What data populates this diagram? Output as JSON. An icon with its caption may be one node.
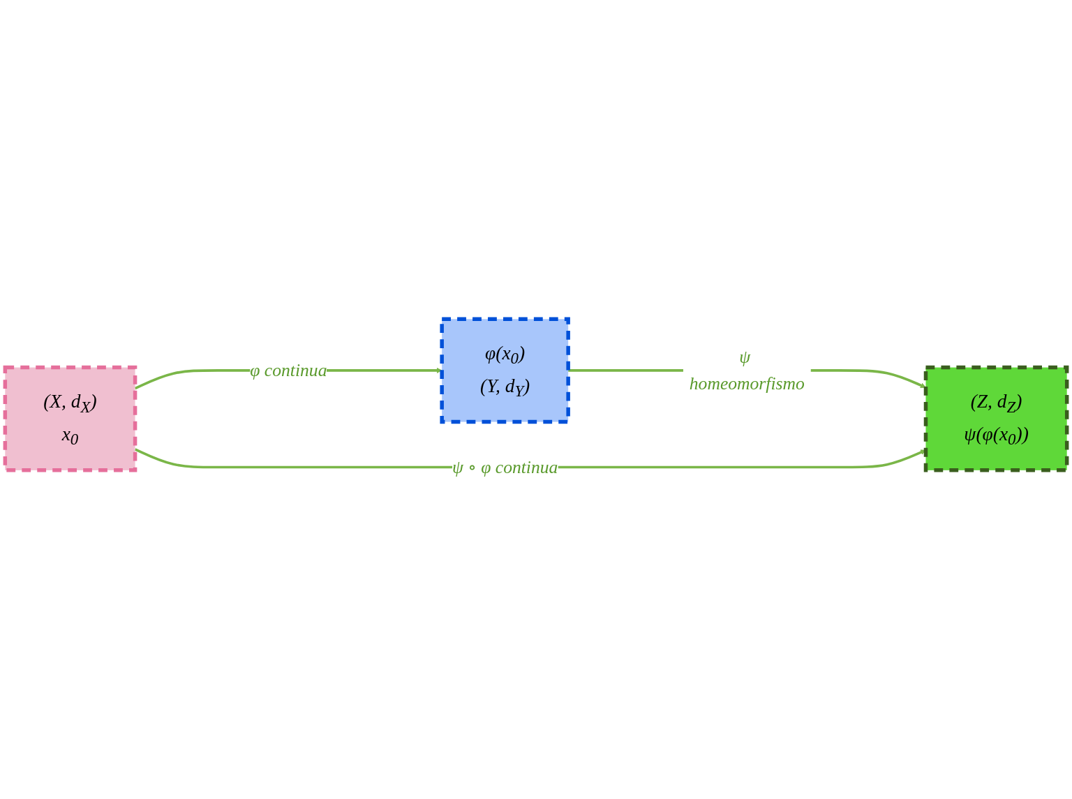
{
  "diagram": {
    "nodes": [
      {
        "text": [
          "(X, d$_{X}$)",
          "x$_{0}$"
        ]
      },
      {
        "text": [
          "φ(x$_{0}$)",
          "(Y, d$_{Y}$)"
        ]
      },
      {
        "text": [
          "(Z, d$_{Z}$)",
          "ψ(φ(x$_{0}$))"
        ]
      }
    ],
    "edges": [
      {
        "from": 0,
        "to": 1,
        "arrow": "to",
        "label": "φ continua"
      },
      {
        "from": 1,
        "to": 2,
        "arrow": "to",
        "label": "ψ homeomorfismo"
      },
      {
        "from": 0,
        "to": 2,
        "arrow": "to",
        "label": "ψ ∘ φ continua"
      }
    ]
  }
}
